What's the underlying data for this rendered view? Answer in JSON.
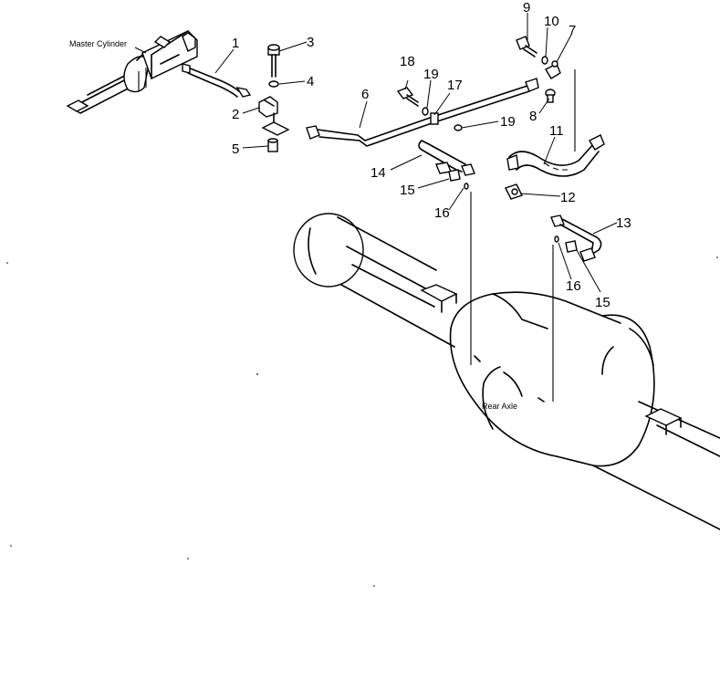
{
  "labels": {
    "master_cylinder": "Master Cylinder",
    "rear_axle": "Rear Axle"
  },
  "callouts": [
    {
      "id": "1"
    },
    {
      "id": "2"
    },
    {
      "id": "3"
    },
    {
      "id": "4"
    },
    {
      "id": "5"
    },
    {
      "id": "6"
    },
    {
      "id": "7"
    },
    {
      "id": "8"
    },
    {
      "id": "9"
    },
    {
      "id": "10"
    },
    {
      "id": "11"
    },
    {
      "id": "12"
    },
    {
      "id": "13"
    },
    {
      "id": "14"
    },
    {
      "id": "15"
    },
    {
      "id": "15"
    },
    {
      "id": "16"
    },
    {
      "id": "16"
    },
    {
      "id": "17"
    },
    {
      "id": "18"
    },
    {
      "id": "19"
    },
    {
      "id": "19"
    }
  ]
}
